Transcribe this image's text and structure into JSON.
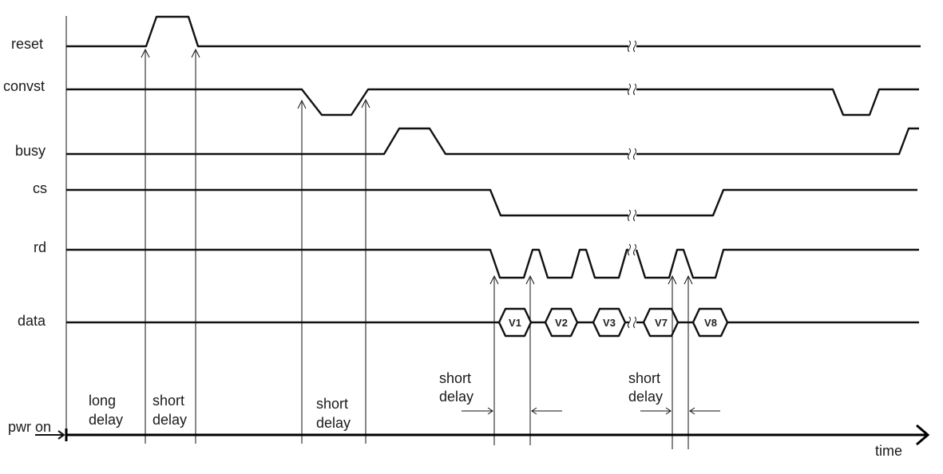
{
  "signals": {
    "reset": "reset",
    "convst": "convst",
    "busy": "busy",
    "cs": "cs",
    "rd": "rd",
    "data": "data"
  },
  "data_words": [
    "V1",
    "V2",
    "V3",
    "V7",
    "V8"
  ],
  "annotations": {
    "long_delay": [
      "long",
      "delay"
    ],
    "short_delay_reset": [
      "short",
      "delay"
    ],
    "short_delay_convst": [
      "short",
      "delay"
    ],
    "short_delay_rd_first": [
      "short",
      "delay"
    ],
    "short_delay_rd_last": [
      "short",
      "delay"
    ]
  },
  "axis": {
    "start_label": "pwr on",
    "end_label": "time"
  }
}
